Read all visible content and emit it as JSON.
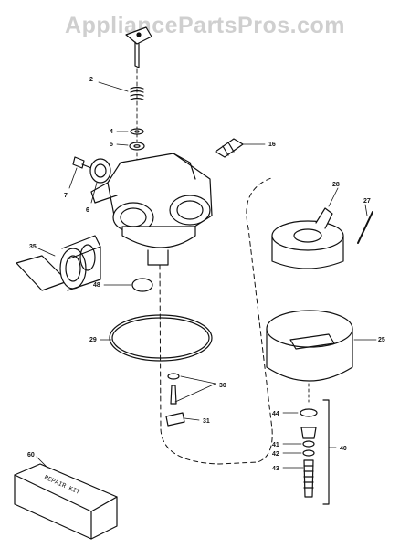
{
  "watermark": "AppliancePartsPros.com",
  "kit_box_text": "REPAIR KIT",
  "callouts": {
    "c2": "2",
    "c4": "4",
    "c5": "5",
    "c7": "7",
    "c6": "6",
    "c16": "16",
    "c35": "35",
    "c48": "48",
    "c28": "28",
    "c27": "27",
    "c29": "29",
    "c25": "25",
    "c30": "30",
    "c31": "31",
    "c44": "44",
    "c41": "41",
    "c42": "42",
    "c43": "43",
    "c40": "40",
    "c60": "60"
  }
}
